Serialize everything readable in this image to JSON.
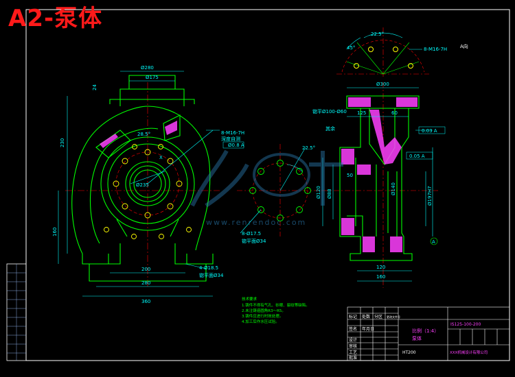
{
  "title": "A2-泵体",
  "colors": {
    "background": "#000000",
    "frame": "#ffffff",
    "outline": "#00ff00",
    "centerline": "#ff0000",
    "dimension": "#00ffff",
    "hatch": "#ff40ff",
    "bolt": "#ffff00",
    "title_red": "#ff1a1a"
  },
  "front_view": {
    "dims": {
      "d280": "Ø280",
      "d175": "Ø175",
      "w24": "24",
      "h230": "230",
      "angle_28": "28.5°",
      "d235": "Ø235",
      "h160": "160",
      "w200": "200",
      "w280": "280",
      "w360": "360",
      "holes": "4-Ø18.5",
      "counterbore": "锪平面Ø34",
      "thread": "8-M16-7H",
      "thread_note": "深度自测",
      "pos_tol": "Ø0.8 A",
      "x_label": "X"
    }
  },
  "flange_view": {
    "angle": "22.5°",
    "holes": "8-Ø17.5",
    "counterbore": "锪平面Ø34"
  },
  "top_view": {
    "angle_1": "22.5°",
    "angle_2": "45°",
    "thread": "8-M16-7H",
    "mark": "A向"
  },
  "side_view": {
    "dims": {
      "d300": "Ø300",
      "w125": "125",
      "w60": "60",
      "d120": "Ø120",
      "d88": "Ø88",
      "w50": "50",
      "w160": "160",
      "w120": "120",
      "d140": "Ø140",
      "fit": "Ø197H7",
      "tol_1": "0.03 A",
      "tol_2": "0.05 A",
      "surface": "其余",
      "note_top": "锪平Ø100-Ø60",
      "datum": "A"
    }
  },
  "notes": {
    "heading": "技术要求",
    "lines": [
      "1.铸件不得有气孔、砂眼、裂纹等缺陷。",
      "2.未注铸造圆角R3～R5。",
      "3.铸件应进行时效处理。",
      "4.加工后作水压试验。"
    ]
  },
  "title_block": {
    "part_name": "泵体",
    "scale": "比例（1:4）",
    "drawing_no": "IS125-100-200",
    "material": "HT200",
    "company": "XXX机械设计有限公司",
    "cells": [
      "标记",
      "处数",
      "分区",
      "更改文件号",
      "签名",
      "年月日",
      "设计",
      "审核",
      "工艺",
      "批准"
    ]
  },
  "watermark": {
    "text": "www.renrendoc.com"
  }
}
